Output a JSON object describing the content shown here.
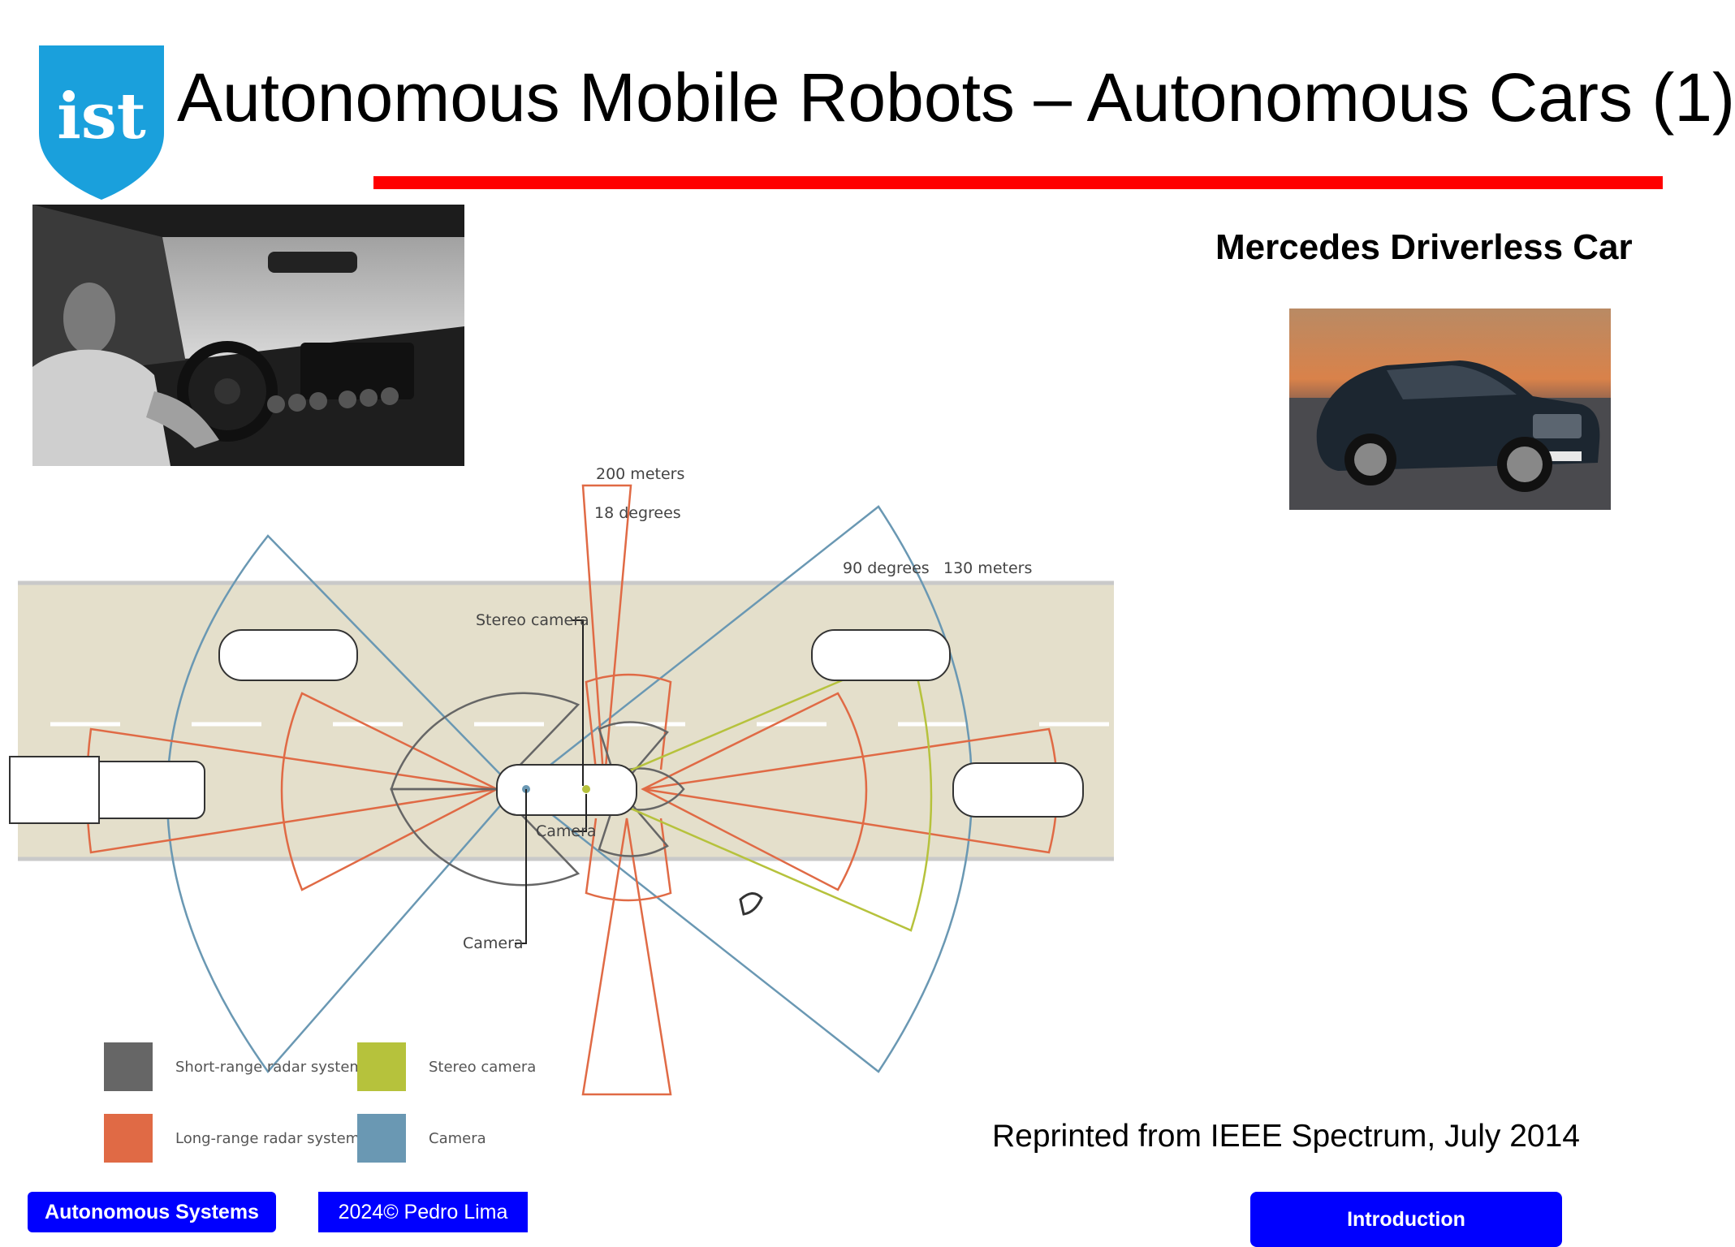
{
  "header": {
    "title": "Autonomous Mobile Robots – Autonomous Cars (1)",
    "logo_text": "ist"
  },
  "right_panel": {
    "heading": "Mercedes Driverless Car"
  },
  "diagram": {
    "labels": {
      "range_200": "200 meters",
      "deg_18": "18 degrees",
      "deg_90": "90 degrees",
      "range_130": "130 meters",
      "stereo_camera": "Stereo camera",
      "camera_front": "Camera",
      "camera_rear": "Camera"
    },
    "legend": [
      {
        "label": "Short-range radar systems",
        "color": "#666666"
      },
      {
        "label": "Long-range radar systems",
        "color": "#e06a45"
      },
      {
        "label": "Stereo camera",
        "color": "#b6c23c"
      },
      {
        "label": "Camera",
        "color": "#6a98b3"
      }
    ]
  },
  "credit": "Reprinted from IEEE Spectrum, July 2014",
  "footer": {
    "left": "Autonomous Systems",
    "middle": "2024© Pedro Lima",
    "right": "Introduction"
  },
  "colors": {
    "accent_red": "#ff0000",
    "footer_blue": "#0000ff",
    "road": "#e4dfcb",
    "logo_blue": "#1aa0dc"
  }
}
